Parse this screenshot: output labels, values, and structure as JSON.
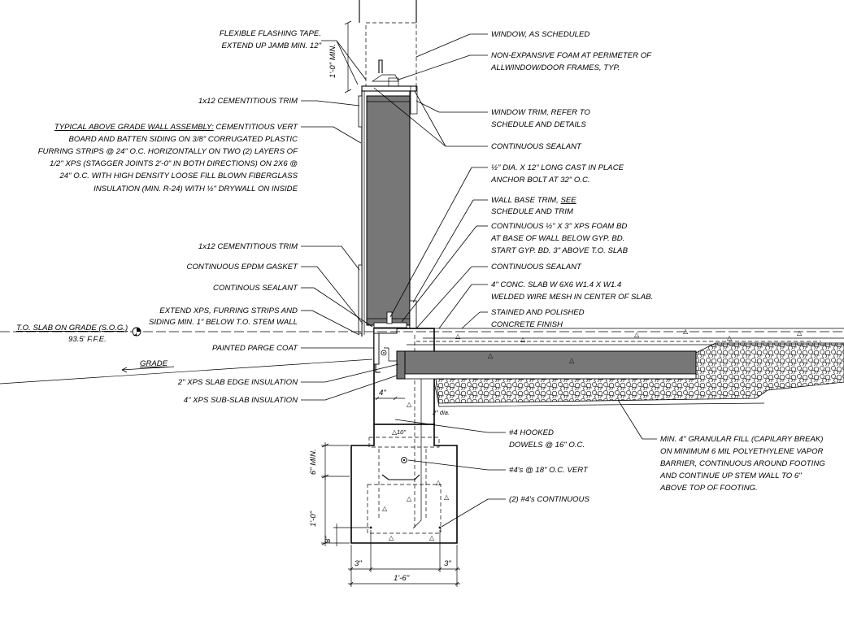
{
  "notes": {
    "flashing_1": "FLEXIBLE FLASHING TAPE.",
    "flashing_2": "EXTEND UP JAMB MIN. 12\"",
    "trim_top": "1x12 CEMENTITIOUS TRIM",
    "wall_1_u": "TYPICAL ABOVE GRADE WALL ASSEMBLY:",
    "wall_1": " CEMENTITIOUS VERT",
    "wall_2": "BOARD AND BATTEN SIDING ON 3/8\" CORRUGATED PLASTIC",
    "wall_3": "FURRING STRIPS @ 24\" O.C. HORIZONTALLY ON TWO (2) LAYERS OF",
    "wall_4": "1/2\" XPS (STAGGER JOINTS 2'-0\" IN BOTH DIRECTIONS) ON 2X6 @",
    "wall_5": "24\" O.C. WITH HIGH DENSITY LOOSE FILL BLOWN FIBERGLASS",
    "wall_6": "INSULATION (MIN. R-24) WITH ½\" DRYWALL ON INSIDE",
    "trim_bottom": "1x12 CEMENTITIOUS TRIM",
    "epdm": "CONTINUOUS EPDM GASKET",
    "sealant_left": "CONTINOUS SEALANT",
    "xps_ext_1": "EXTEND XPS, FURRING STRIPS AND",
    "xps_ext_2": "SIDING MIN. 1\" BELOW T.O. STEM WALL",
    "slab_grade_1": "T.O. SLAB ON GRADE (S.O.G.)",
    "slab_grade_2": "93.5' F.F.E.",
    "parge": "PAINTED PARGE COAT",
    "grade": "GRADE",
    "slab_edge": "2\" XPS SLAB EDGE INSULATION",
    "sub_slab": "4\" XPS SUB-SLAB INSULATION",
    "window": "WINDOW, AS SCHEDULED",
    "foam_1": "NON-EXPANSIVE FOAM AT PERIMETER OF",
    "foam_2": "ALLWINDOW/DOOR FRAMES, TYP.",
    "wtrim_1": "WINDOW TRIM, REFER TO",
    "wtrim_2": "SCHEDULE AND DETAILS",
    "sealant_right_top": "CONTINUOUS SEALANT",
    "anchor_1": "½\" DIA. X 12\" LONG CAST IN PLACE",
    "anchor_2": "ANCHOR BOLT AT 32\" O.C.",
    "base_1_a": "WALL BASE TRIM, ",
    "base_1_b": "SEE",
    "base_2": "SCHEDULE AND TRIM",
    "foam_bd_1": "CONTINUOUS ½\" X 3\" XPS FOAM BD",
    "foam_bd_2": "AT BASE OF WALL BELOW GYP. BD.",
    "foam_bd_3": "START GYP. BD. 3\" ABOVE T.O. SLAB",
    "sealant_right_mid": "CONTINUOUS SEALANT",
    "slab_1": "4\" CONC. SLAB W 6X6 W1.4 X W1.4",
    "slab_2": "WELDED WIRE MESH IN CENTER OF SLAB.",
    "finish_1": "STAINED AND POLISHED",
    "finish_2": "CONCRETE FINISH",
    "dowels_1": "#4 HOOKED",
    "dowels_2": "DOWELS @ 16\" O.C.",
    "vert": "#4's @ 18\" O.C. VERT",
    "cont": "(2) #4's CONTINUOUS",
    "fill_1": "MIN. 4\" GRANULAR FILL (CAPILARY BREAK)",
    "fill_2": "ON MINIMUM 6 MIL POLYETHYLENE VAPOR",
    "fill_3": "BARRIER, CONTINUOUS AROUND FOOTING",
    "fill_4": "AND CONTINUE UP STEM WALL TO 6\"",
    "fill_5": "ABOVE TOP OF FOOTING."
  },
  "dims": {
    "jamb_min": "1'-0\" MIN.",
    "stem_4": "4\"",
    "dia_2": "2\" dia.",
    "d_10": "10\"",
    "min_6": "6\" MIN.",
    "foot_h": "1'-0\"",
    "cover_3v": "3\"",
    "cover_3l": "3\"",
    "cover_3r": "3\"",
    "foot_w": "1'-6\""
  }
}
